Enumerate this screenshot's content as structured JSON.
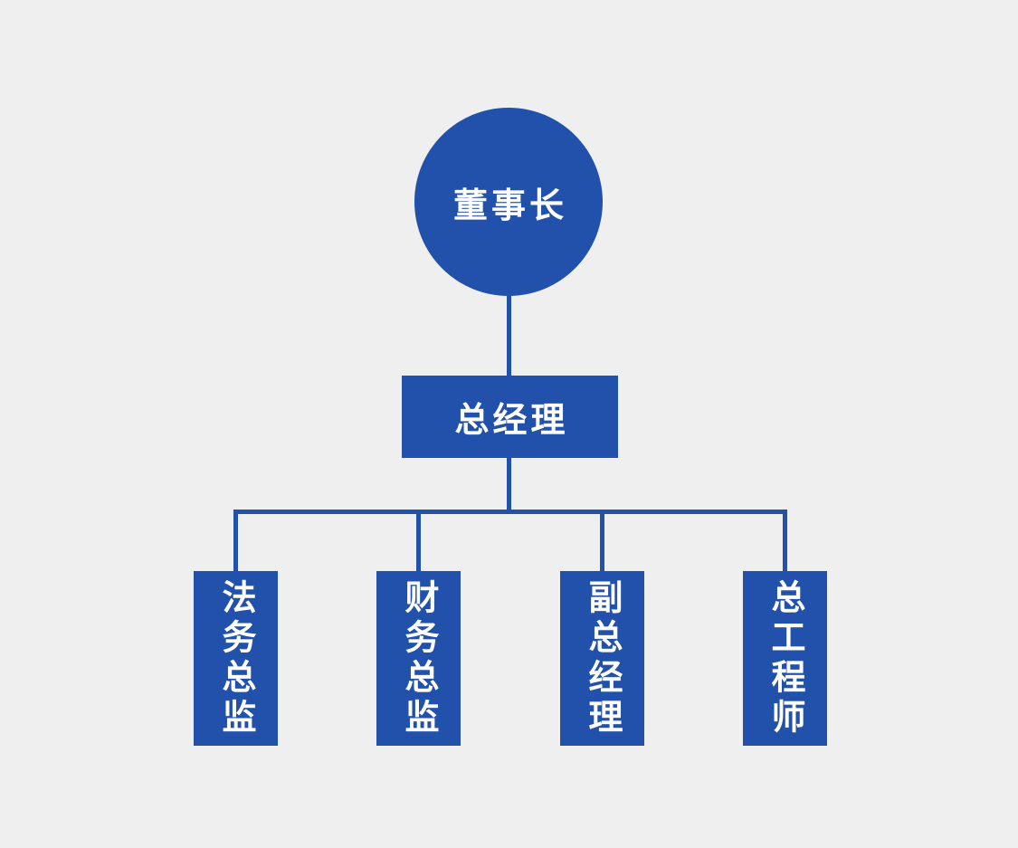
{
  "colors": {
    "background": "#efefef",
    "node_fill": "#2151aa",
    "connector": "#2151aa",
    "label_text": "#ffffff"
  },
  "chart_data": {
    "type": "org-chart",
    "root": {
      "label": "董事长",
      "shape": "circle",
      "level": 1
    },
    "manager": {
      "label": "总经理",
      "shape": "rectangle",
      "level": 2
    },
    "children": [
      {
        "label": "法务总监",
        "shape": "rectangle",
        "level": 3,
        "text_direction": "vertical"
      },
      {
        "label": "财务总监",
        "shape": "rectangle",
        "level": 3,
        "text_direction": "vertical"
      },
      {
        "label": "副总经理",
        "shape": "rectangle",
        "level": 3,
        "text_direction": "vertical"
      },
      {
        "label": "总工程师",
        "shape": "rectangle",
        "level": 3,
        "text_direction": "vertical"
      }
    ],
    "layout": "top-down tree: circle root connects to one rectangle, which branches to four vertical rectangles"
  }
}
